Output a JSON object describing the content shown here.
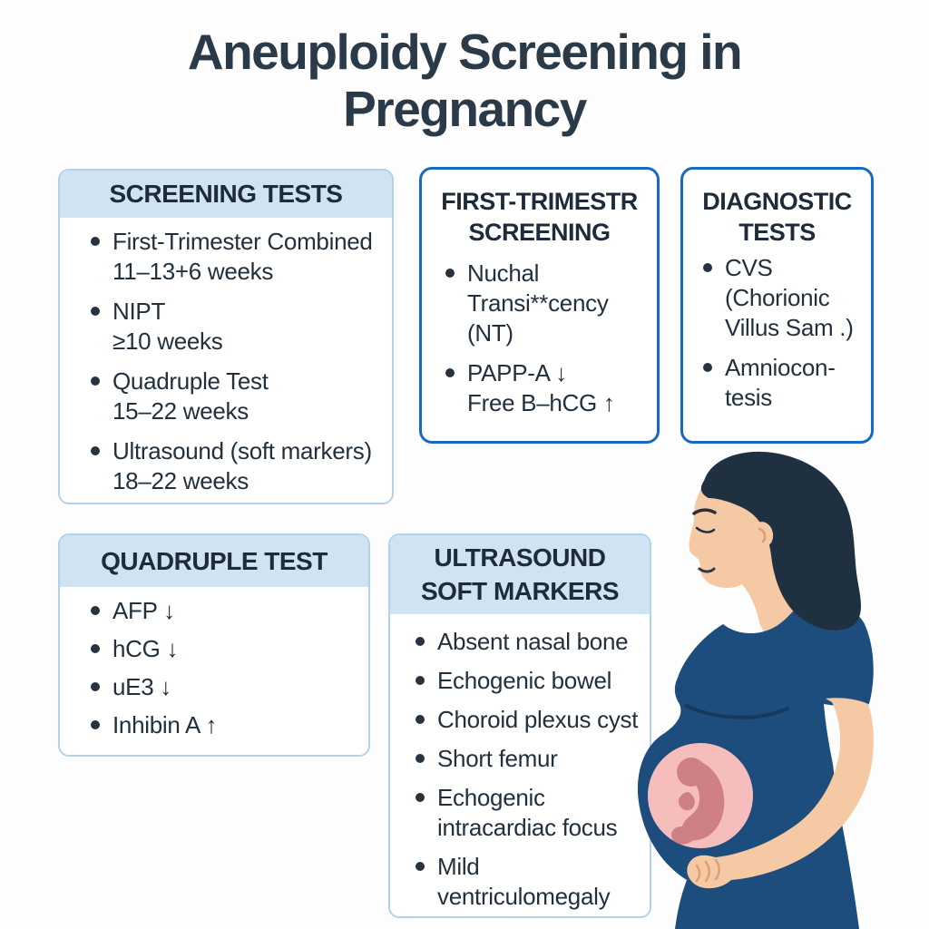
{
  "page": {
    "title_line1": "Aneuploidy Screening in",
    "title_line2": "Pregnancy"
  },
  "colors": {
    "title_text": "#2b3a49",
    "body_text": "#22303e",
    "header_band_fill": "#cfe3f2",
    "light_box_border": "#b3d2e9",
    "blue_box_border": "#1a69c1",
    "hair": "#1f3040",
    "skin": "#f5c9a4",
    "dress": "#1d4d7c",
    "belly_window": "#f5bdbb",
    "fetus": "#cf8086"
  },
  "boxes": {
    "screening_tests": {
      "header": "SCREENING TESTS",
      "items": [
        {
          "line1": "First-Trimester Combined",
          "line2": "11–13+6 weeks"
        },
        {
          "line1": "NIPT",
          "line2": "≥10 weeks"
        },
        {
          "line1": "Quadruple Test",
          "line2": "15–22 weeks"
        },
        {
          "line1": "Ultrasound (soft markers)",
          "line2": "18–22 weeks"
        }
      ]
    },
    "first_trimester": {
      "header_line1": "FIRST-TRIMESTR",
      "header_line2": "SCREENING",
      "items": [
        {
          "line1": "Nuchal",
          "line2": "Transi**cency",
          "line3": "(NT)"
        },
        {
          "line1": "PAPP-A ↓",
          "line2": "Free B–hCG ↑"
        }
      ]
    },
    "diagnostic": {
      "header_line1": "DIAGNOSTIC",
      "header_line2": "TESTS",
      "items": [
        {
          "line1": "CVS",
          "line2": "(Chorionic",
          "line3": "Villus Sam .)"
        },
        {
          "line1": "Amniocon-",
          "line2": "tesis"
        }
      ]
    },
    "quadruple": {
      "header": "QUADRUPLE TEST",
      "items": [
        {
          "line1": "AFP ↓"
        },
        {
          "line1": "hCG ↓"
        },
        {
          "line1": "uE3 ↓"
        },
        {
          "line1": "Inhibin A ↑"
        }
      ]
    },
    "ultrasound": {
      "header_line1": "ULTRASOUND",
      "header_line2": "SOFT MARKERS",
      "items": [
        {
          "line1": "Absent nasal bone"
        },
        {
          "line1": "Echogenic bowel"
        },
        {
          "line1": "Choroid plexus cyst"
        },
        {
          "line1": "Short femur"
        },
        {
          "line1": "Echogenic",
          "line2": "intracardiac focus"
        },
        {
          "line1": "Mild",
          "line2": "ventriculomegaly"
        }
      ]
    }
  },
  "illustration": {
    "name": "pregnant-woman-with-fetus-illustration"
  }
}
